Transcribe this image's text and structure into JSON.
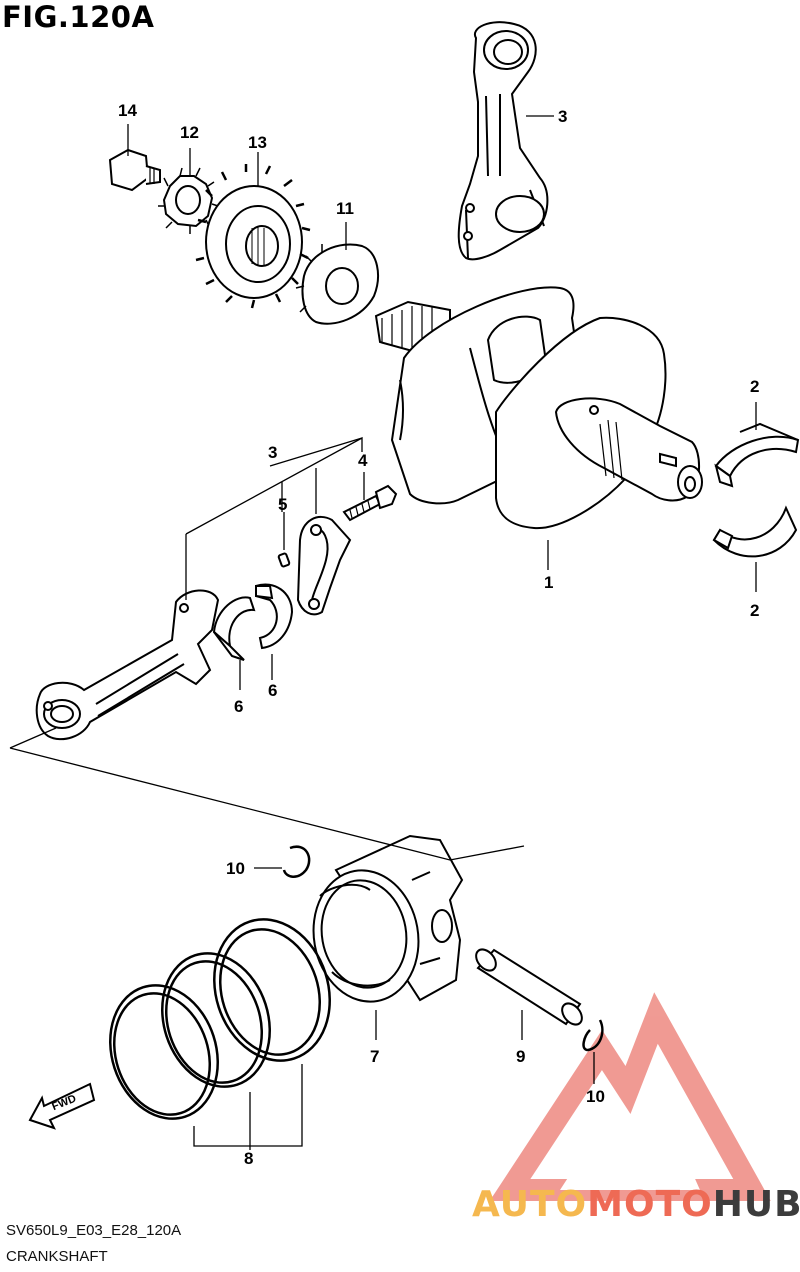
{
  "header": {
    "title": "FIG.120A"
  },
  "footer": {
    "ref_code": "SV650L9_E03_E28_120A",
    "name": "CRANKSHAFT"
  },
  "watermark": {
    "part1": "AUTO",
    "part2": "MOTO",
    "part3": "HUB"
  },
  "fwd_arrow": {
    "label": "FWD"
  },
  "callouts": {
    "c1": "1",
    "c2a": "2",
    "c2b": "2",
    "c3a": "3",
    "c3b": "3",
    "c4": "4",
    "c5": "5",
    "c6a": "6",
    "c6b": "6",
    "c7": "7",
    "c8": "8",
    "c9": "9",
    "c10a": "10",
    "c10b": "10",
    "c11": "11",
    "c12": "12",
    "c13": "13",
    "c14": "14"
  },
  "colors": {
    "line": "#000000",
    "watermark_orange": "#f5b84f",
    "watermark_red": "#ee6a55",
    "watermark_dark": "#3c3c3c"
  }
}
